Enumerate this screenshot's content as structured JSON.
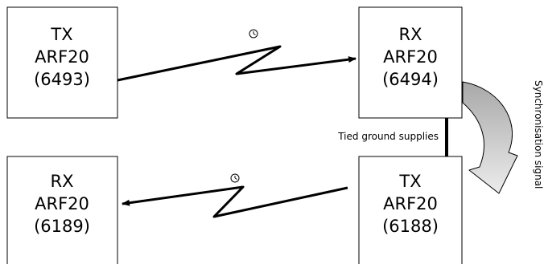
{
  "boxes": {
    "top_left": {
      "role": "TX",
      "model": "ARF20",
      "id": "(6493)"
    },
    "top_right": {
      "role": "RX",
      "model": "ARF20",
      "id": "(6494)"
    },
    "bottom_left": {
      "role": "RX",
      "model": "ARF20",
      "id": "(6189)"
    },
    "bottom_right": {
      "role": "TX",
      "model": "ARF20",
      "id": "(6188)"
    }
  },
  "labels": {
    "tied_ground": "Tied ground supplies",
    "sync_signal": "Synchronisation signal"
  },
  "icons": {
    "link_top": "clock-icon",
    "link_bottom": "clock-icon",
    "sync_arrow": "curved-arrow-icon"
  },
  "colors": {
    "line": "#000000",
    "sync_arrow_fill": "#c8c8c8",
    "background": "#ffffff"
  }
}
